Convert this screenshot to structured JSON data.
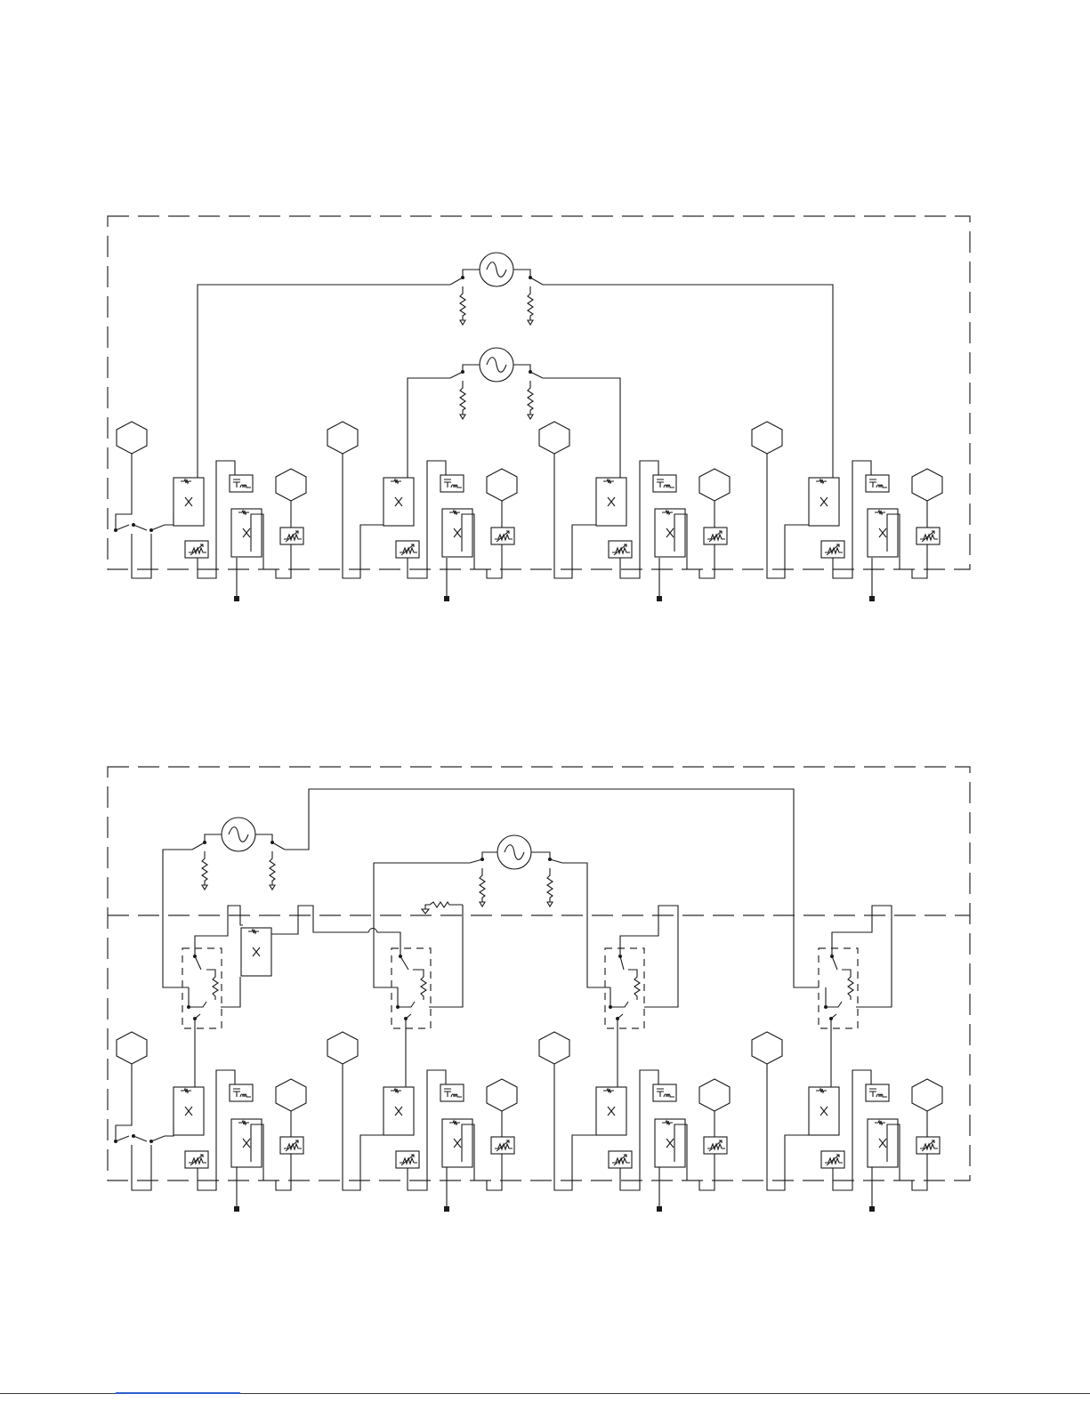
{
  "diagram": {
    "stroke_color": "#1a1a1a",
    "panels": [
      {
        "name": "top-panel",
        "unit_count": 4,
        "source_count": 2
      },
      {
        "name": "bottom-panel",
        "unit_count": 4,
        "source_count": 2,
        "switch_block_count": 4
      }
    ],
    "footer_rule_color": "#3a3a3a",
    "footer_link_color": "#2f5fd0"
  }
}
